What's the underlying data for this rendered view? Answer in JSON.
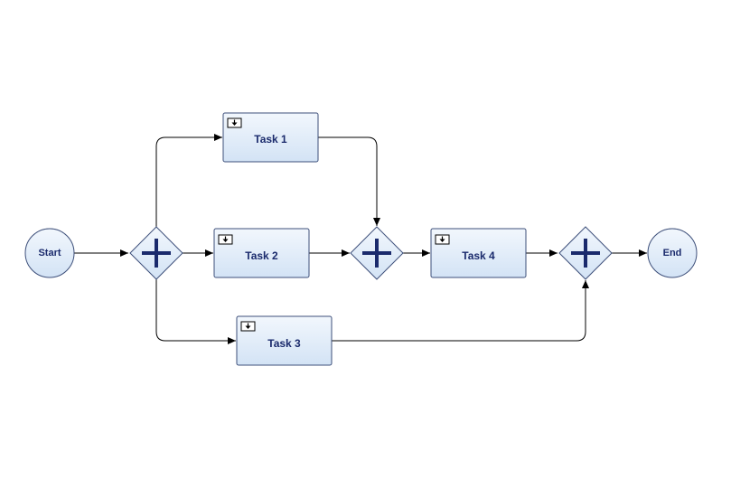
{
  "diagram": {
    "type": "bpmn-process",
    "nodes": {
      "start": {
        "label": "Start",
        "kind": "start-event"
      },
      "end": {
        "label": "End",
        "kind": "end-event"
      },
      "task1": {
        "label": "Task 1",
        "kind": "task"
      },
      "task2": {
        "label": "Task 2",
        "kind": "task"
      },
      "task3": {
        "label": "Task 3",
        "kind": "task"
      },
      "task4": {
        "label": "Task 4",
        "kind": "task"
      },
      "gateway1": {
        "label": "",
        "kind": "parallel-gateway"
      },
      "gateway2": {
        "label": "",
        "kind": "parallel-gateway"
      },
      "gateway3": {
        "label": "",
        "kind": "parallel-gateway"
      }
    },
    "edges": [
      {
        "from": "start",
        "to": "gateway1"
      },
      {
        "from": "gateway1",
        "to": "task1"
      },
      {
        "from": "gateway1",
        "to": "task2"
      },
      {
        "from": "gateway1",
        "to": "task3"
      },
      {
        "from": "task1",
        "to": "gateway2"
      },
      {
        "from": "task2",
        "to": "gateway2"
      },
      {
        "from": "gateway2",
        "to": "task4"
      },
      {
        "from": "task4",
        "to": "gateway3"
      },
      {
        "from": "task3",
        "to": "gateway3"
      },
      {
        "from": "gateway3",
        "to": "end"
      }
    ],
    "colors": {
      "node_fill_top": "#f2f7fd",
      "node_fill_bottom": "#d3e3f5",
      "node_stroke": "#3d4f7a",
      "text": "#1a2a6c",
      "gateway_cross": "#1a2a6c",
      "edge": "#000000"
    },
    "task_marker_icon": "subprocess-marker-icon"
  }
}
